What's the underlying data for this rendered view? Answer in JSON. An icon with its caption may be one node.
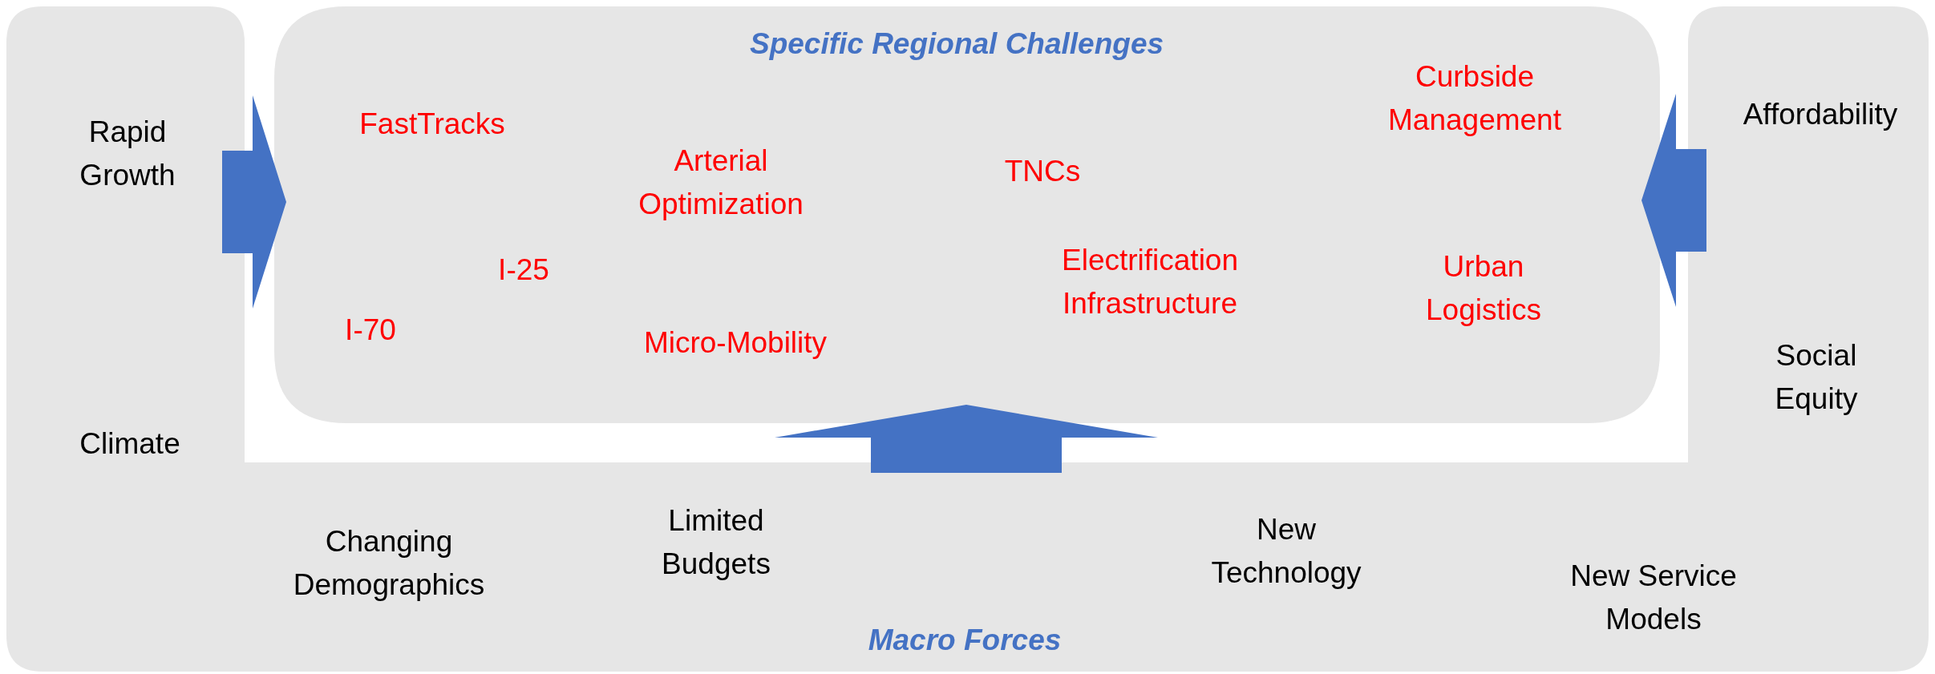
{
  "diagram": {
    "nodes": [
      {
        "text": [
          "Macro Forces",
          "Rapid Growth",
          "Climate",
          "Changing Demographics",
          "Limited Budgets",
          "New Technology",
          "New Service Models",
          "Affordability",
          "Social Equity"
        ]
      },
      {
        "text": [
          "Specific Regional Challenges",
          "FastTracks",
          "Arterial Optimization",
          "TNCs",
          "Curbside Management",
          "I-25",
          "Electrification Infrastructure",
          "Urban Logistics",
          "I-70",
          "Micro-Mobility"
        ]
      }
    ],
    "edges": [
      {
        "from": 0,
        "to": 1,
        "arrow": "to"
      },
      {
        "from": 0,
        "to": 1,
        "arrow": "to"
      },
      {
        "from": 0,
        "to": 1,
        "arrow": "to"
      }
    ]
  }
}
